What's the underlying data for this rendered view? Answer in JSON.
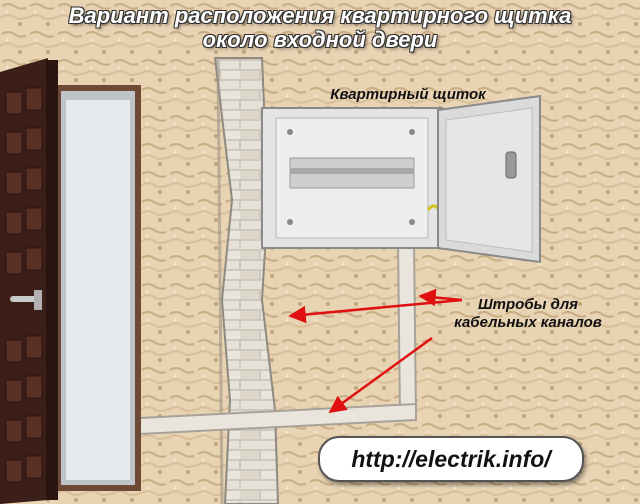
{
  "title": {
    "line1": "Вариант расположения квартирного щитка",
    "line2": "около входной двери"
  },
  "labels": {
    "panel": "Квартирный щиток",
    "chases": "Штробы для\nкабельных каналов"
  },
  "url": "http://electrik.info/",
  "colors": {
    "wall": "#e8d3b3",
    "door": "#3b1f18",
    "panel": "#e4e4e4",
    "arrow": "#e01010"
  }
}
